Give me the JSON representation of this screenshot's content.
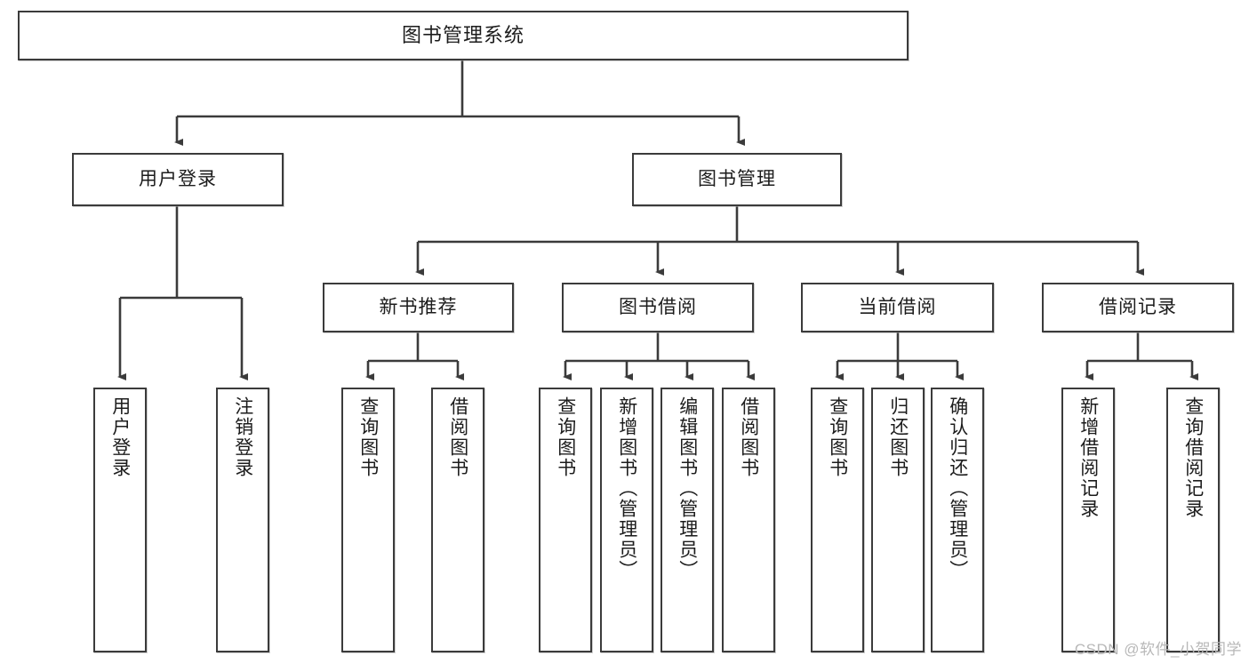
{
  "diagram": {
    "title": "图书管理系统",
    "type": "tree-hierarchy-chart",
    "background_color": "#ffffff",
    "line_color": "#3b3b3b",
    "box_border_color": "#3b3b3b",
    "text_color": "#1c1c1c"
  },
  "root": {
    "label": "图书管理系统"
  },
  "level1": [
    {
      "label": "用户登录"
    },
    {
      "label": "图书管理"
    }
  ],
  "level2": [
    {
      "label": "新书推荐"
    },
    {
      "label": "图书借阅"
    },
    {
      "label": "当前借阅"
    },
    {
      "label": "借阅记录"
    }
  ],
  "leaves": {
    "user_login": [
      {
        "label": "用户登录"
      },
      {
        "label": "注销登录"
      }
    ],
    "new_book_recommend": [
      {
        "label": "查询图书"
      },
      {
        "label": "借阅图书"
      }
    ],
    "book_borrow": [
      {
        "label": "查询图书"
      },
      {
        "label": "新增图书（管理员）"
      },
      {
        "label": "编辑图书（管理员）"
      },
      {
        "label": "借阅图书"
      }
    ],
    "current_borrow": [
      {
        "label": "查询图书"
      },
      {
        "label": "归还图书"
      },
      {
        "label": "确认归还（管理员）"
      }
    ],
    "borrow_record": [
      {
        "label": "新增借阅记录"
      },
      {
        "label": "查询借阅记录"
      }
    ]
  },
  "watermark": {
    "text": "CSDN @软件_小贺同学"
  }
}
